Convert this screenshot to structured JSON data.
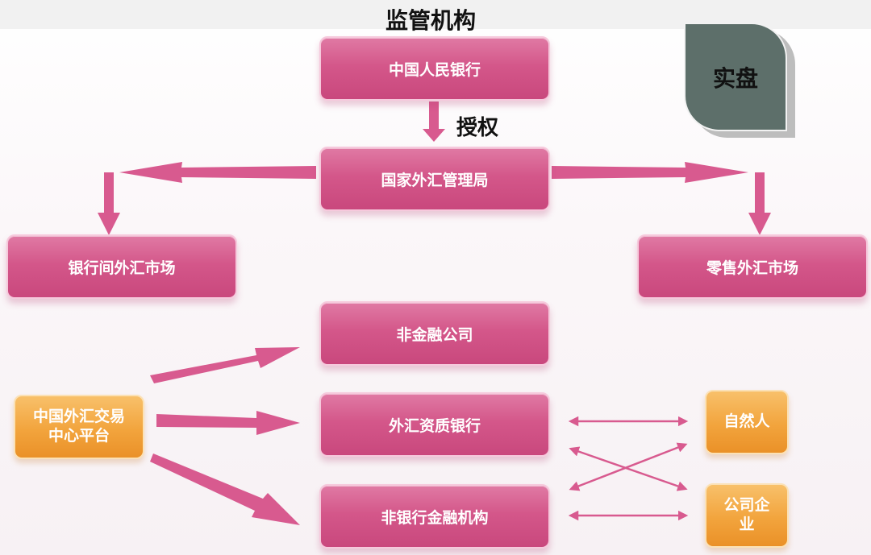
{
  "header": {
    "title": "监管机构"
  },
  "labels": {
    "authorize": "授权"
  },
  "badge": {
    "text": "实盘"
  },
  "nodes": {
    "pboc": "中国人民银行",
    "safe": "国家外汇管理局",
    "interbank": "银行间外汇市场",
    "retail": "零售外汇市场",
    "nonfin": "非金融公司",
    "qualified_bank": "外汇资质银行",
    "nonbank_fin": "非银行金融机构",
    "cfets": "中国外汇交易中心平台",
    "individual": "自然人",
    "enterprise": "公司企业"
  },
  "colors": {
    "pink_box": "#d4578a",
    "pink_arrow": "#d85a8f",
    "orange_box": "#f2a43d",
    "badge_bg": "#5d6f6a"
  }
}
